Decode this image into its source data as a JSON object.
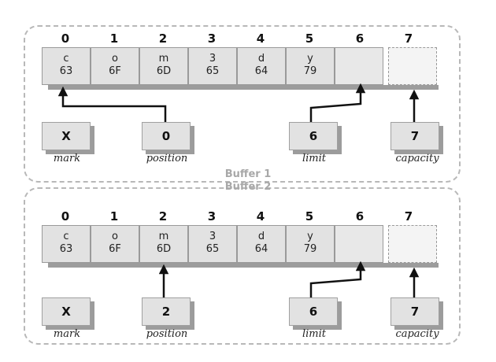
{
  "buffers": [
    {
      "title": "Buffer 1",
      "indices": [
        "0",
        "1",
        "2",
        "3",
        "4",
        "5",
        "6",
        "7"
      ],
      "cells": [
        {
          "char": "c",
          "hex": "63"
        },
        {
          "char": "o",
          "hex": "6F"
        },
        {
          "char": "m",
          "hex": "6D"
        },
        {
          "char": "3",
          "hex": "65"
        },
        {
          "char": "d",
          "hex": "64"
        },
        {
          "char": "y",
          "hex": "79"
        },
        {
          "char": "",
          "hex": ""
        },
        {
          "char": "",
          "hex": ""
        }
      ],
      "pointers": [
        {
          "label": "mark",
          "value": "X"
        },
        {
          "label": "position",
          "value": "0"
        },
        {
          "label": "limit",
          "value": "6"
        },
        {
          "label": "capacity",
          "value": "7"
        }
      ]
    },
    {
      "title": "Buffer 2",
      "indices": [
        "0",
        "1",
        "2",
        "3",
        "4",
        "5",
        "6",
        "7"
      ],
      "cells": [
        {
          "char": "c",
          "hex": "63"
        },
        {
          "char": "o",
          "hex": "6F"
        },
        {
          "char": "m",
          "hex": "6D"
        },
        {
          "char": "3",
          "hex": "65"
        },
        {
          "char": "d",
          "hex": "64"
        },
        {
          "char": "y",
          "hex": "79"
        },
        {
          "char": "",
          "hex": ""
        },
        {
          "char": "",
          "hex": ""
        }
      ],
      "pointers": [
        {
          "label": "mark",
          "value": "X"
        },
        {
          "label": "position",
          "value": "2"
        },
        {
          "label": "limit",
          "value": "6"
        },
        {
          "label": "capacity",
          "value": "7"
        }
      ]
    }
  ],
  "colors": {
    "cell_fill": "#e2e2e2",
    "shadow": "#9c9c9c",
    "dashed_border": "#b8b8b8",
    "title_text": "#a8a8a8"
  }
}
